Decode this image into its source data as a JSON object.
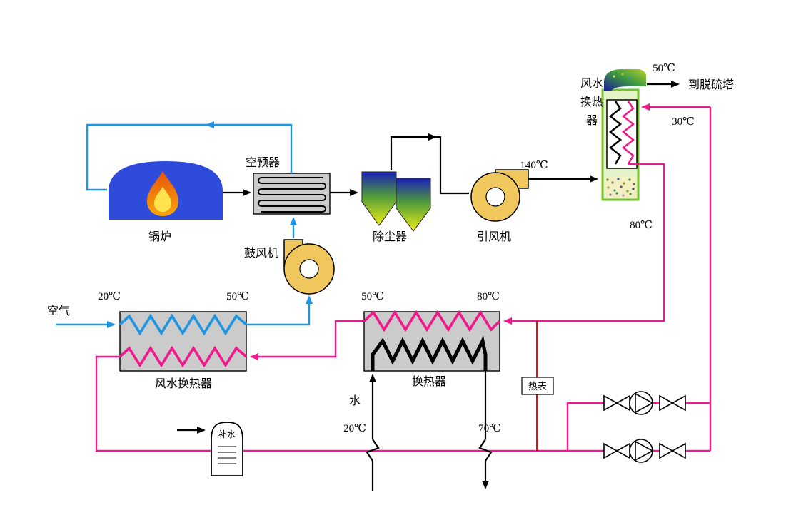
{
  "labels": {
    "air": "空气",
    "boiler": "锅炉",
    "air_preheater": "空预器",
    "blower": "鼓风机",
    "dust_collector": "除尘器",
    "induced_fan": "引风机",
    "fgw_lines": [
      "风水",
      "换热",
      "器"
    ],
    "to_desulf": "到脱硫塔",
    "air_water_hx": "风水换热器",
    "heat_exchanger": "换热器",
    "water": "水",
    "heat_meter": "热表",
    "makeup_water": "补水"
  },
  "temps": {
    "air_in": "20℃",
    "air_out": "50℃",
    "hx_cold_in": "50℃",
    "hx_hot_in": "80℃",
    "water_in": "20℃",
    "water_out": "70℃",
    "fan_out": "140℃",
    "fg_out": "50℃",
    "return": "30℃",
    "supply": "80℃"
  },
  "colors": {
    "air": "#1E95E0",
    "hot_water": "#F2188C",
    "flue": "#000000",
    "meter_line": "#FF0000",
    "fan": "#EFC75C",
    "equipment_box": "#CBCBCB",
    "boiler": "#2F4BDC",
    "hx_border": "#76C12E"
  }
}
